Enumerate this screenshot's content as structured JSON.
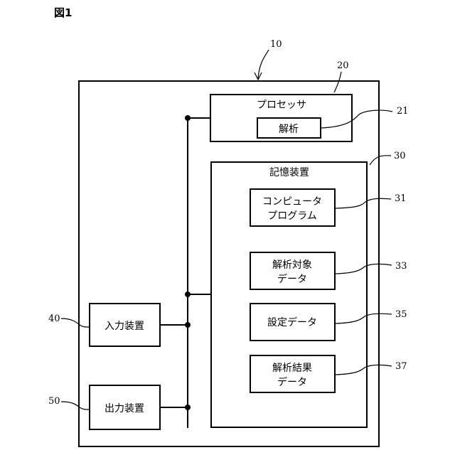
{
  "figure_title": "図1",
  "refs": {
    "system": "10",
    "processor": "20",
    "analysis": "21",
    "storage": "30",
    "program": "31",
    "target_data": "33",
    "settings_data": "35",
    "result_data": "37",
    "input_device": "40",
    "output_device": "50"
  },
  "labels": {
    "processor": "プロセッサ",
    "analysis": "解析",
    "storage": "記憶装置",
    "program_line1": "コンピュータ",
    "program_line2": "プログラム",
    "target_line1": "解析対象",
    "target_line2": "データ",
    "settings": "設定データ",
    "result_line1": "解析結果",
    "result_line2": "データ",
    "input_device": "入力装置",
    "output_device": "出力装置"
  }
}
